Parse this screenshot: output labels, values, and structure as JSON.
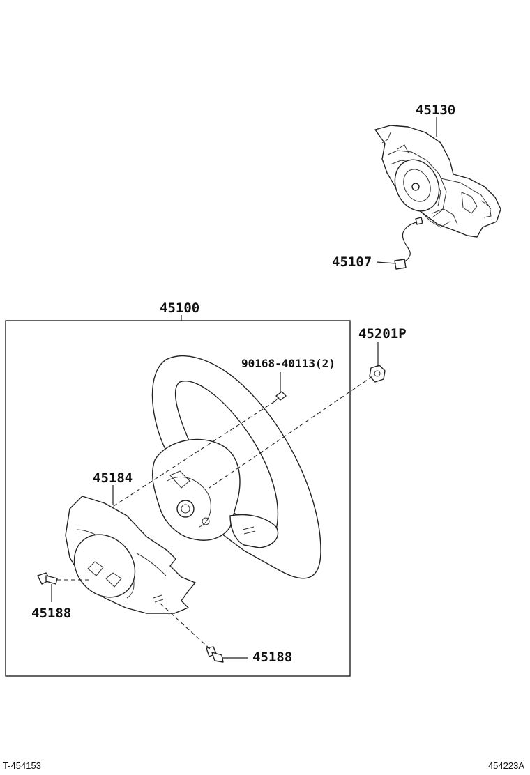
{
  "labels": {
    "p45130": "45130",
    "p45107": "45107",
    "p45100": "45100",
    "p45201p": "45201P",
    "p90168": "90168-40113(2)",
    "p45184": "45184",
    "p45188_left": "45188",
    "p45188_bottom": "45188"
  },
  "footer": {
    "left": "T-454153",
    "right": "454223A"
  }
}
